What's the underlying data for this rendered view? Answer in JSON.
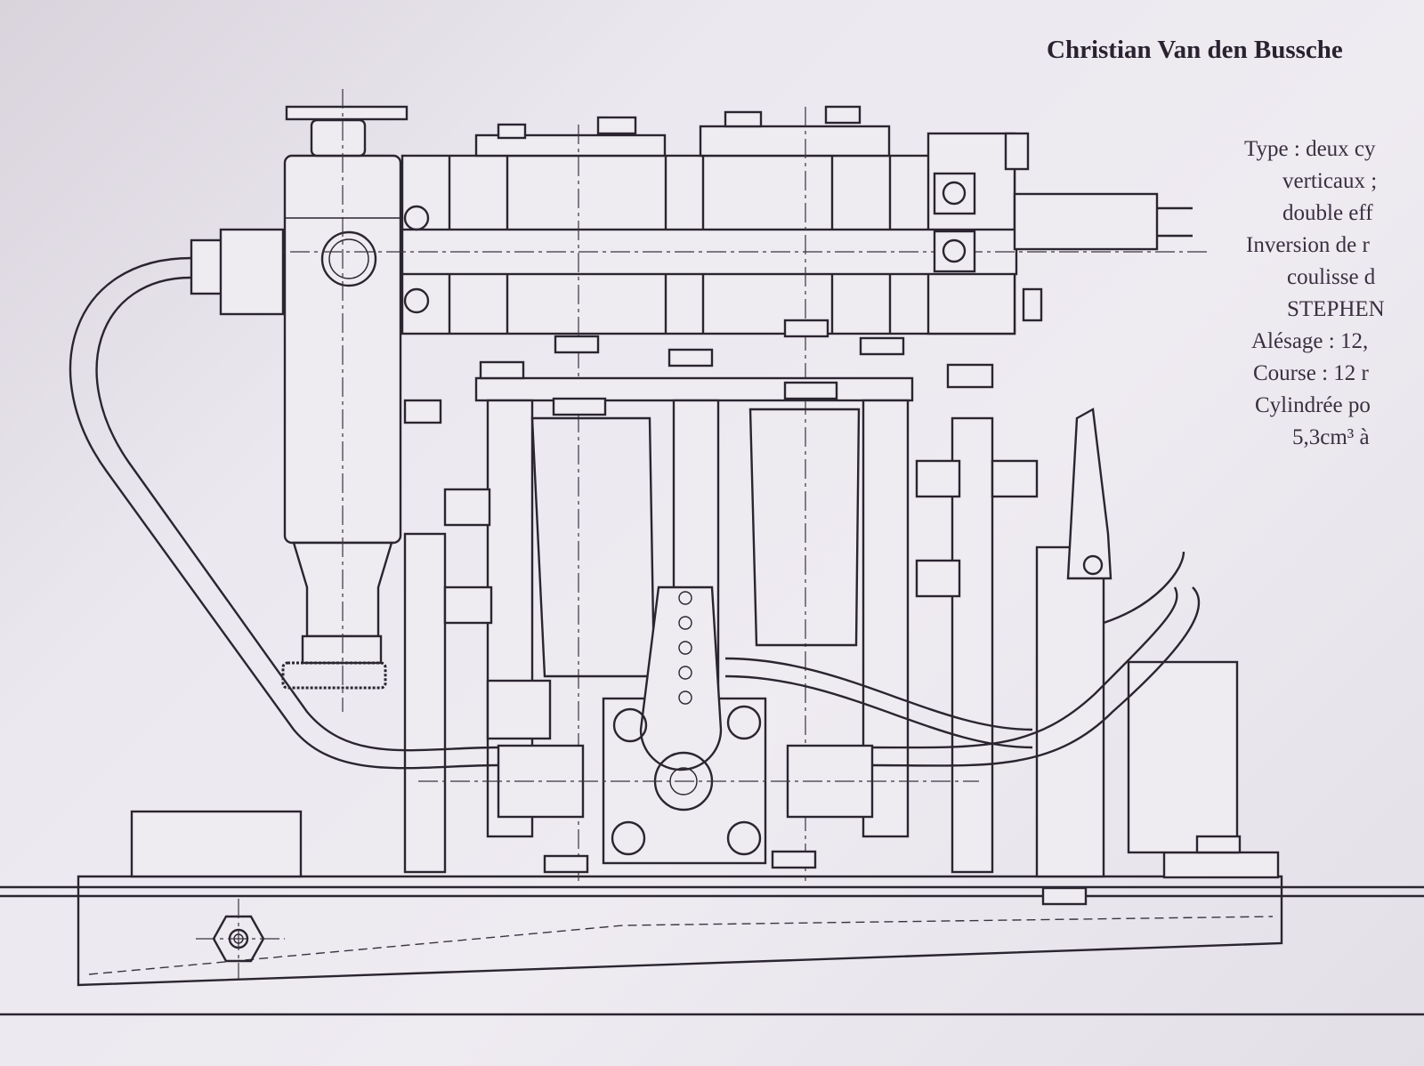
{
  "author": "Christian Van den Bussche",
  "spec_lines": [
    "Type : deux cy",
    "verticaux ;",
    "double eff",
    "Inversion de r",
    "coulisse d",
    "STEPHEN",
    "Alésage : 12,",
    "Course  : 12 r",
    "Cylindrée po",
    "5,3cm³ à"
  ],
  "colors": {
    "paper": "#e6e2ea",
    "ink": "#2b2530"
  }
}
